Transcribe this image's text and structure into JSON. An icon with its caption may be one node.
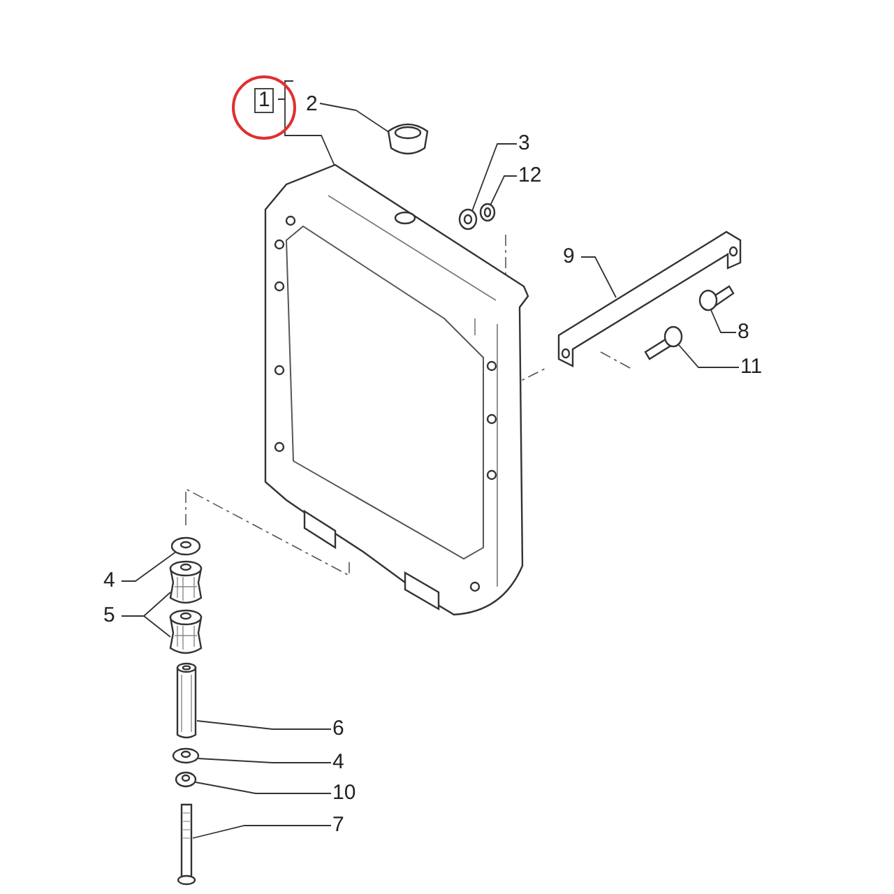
{
  "diagram": {
    "nodes": [
      {
        "text": [
          "1"
        ]
      },
      {
        "text": [
          "2"
        ]
      },
      {
        "text": [],
        "shape": "picture"
      },
      {
        "text": [],
        "shape": "picture"
      },
      {
        "text": [
          "3"
        ]
      },
      {
        "text": [
          "12"
        ]
      },
      {
        "text": [],
        "shape": "picture"
      },
      {
        "text": [],
        "shape": "picture"
      },
      {
        "text": [
          "9"
        ]
      },
      {
        "text": [],
        "shape": "picture"
      },
      {
        "text": [
          "8"
        ]
      },
      {
        "text": [],
        "shape": "picture"
      },
      {
        "text": [
          "11"
        ]
      },
      {
        "text": [],
        "shape": "picture"
      },
      {
        "text": [
          "4"
        ]
      },
      {
        "text": [],
        "shape": "picture"
      },
      {
        "text": [
          "5"
        ]
      },
      {
        "text": [],
        "shape": "picture"
      },
      {
        "text": [],
        "shape": "picture"
      },
      {
        "text": [
          "6"
        ]
      },
      {
        "text": [],
        "shape": "picture"
      },
      {
        "text": [
          "4"
        ]
      },
      {
        "text": [],
        "shape": "picture"
      },
      {
        "text": [
          "10"
        ]
      },
      {
        "text": [],
        "shape": "picture"
      },
      {
        "text": [
          "7"
        ]
      },
      {
        "text": [],
        "shape": "picture"
      }
    ],
    "edges": [
      {
        "from": 0,
        "to": 2,
        "arrow": "none"
      },
      {
        "from": 1,
        "to": 3,
        "arrow": "none"
      },
      {
        "from": 4,
        "to": 6,
        "arrow": "none"
      },
      {
        "from": 5,
        "to": 7,
        "arrow": "none"
      },
      {
        "from": 8,
        "to": 9,
        "arrow": "none"
      },
      {
        "from": 10,
        "to": 11,
        "arrow": "none"
      },
      {
        "from": 12,
        "to": 13,
        "arrow": "none"
      },
      {
        "from": 14,
        "to": 15,
        "arrow": "none"
      },
      {
        "from": 16,
        "to": 17,
        "arrow": "none"
      },
      {
        "from": 16,
        "to": 18,
        "arrow": "none"
      },
      {
        "from": 19,
        "to": 20,
        "arrow": "none"
      },
      {
        "from": 21,
        "to": 22,
        "arrow": "none"
      },
      {
        "from": 23,
        "to": 24,
        "arrow": "none"
      },
      {
        "from": 25,
        "to": 26,
        "arrow": "none"
      }
    ]
  }
}
